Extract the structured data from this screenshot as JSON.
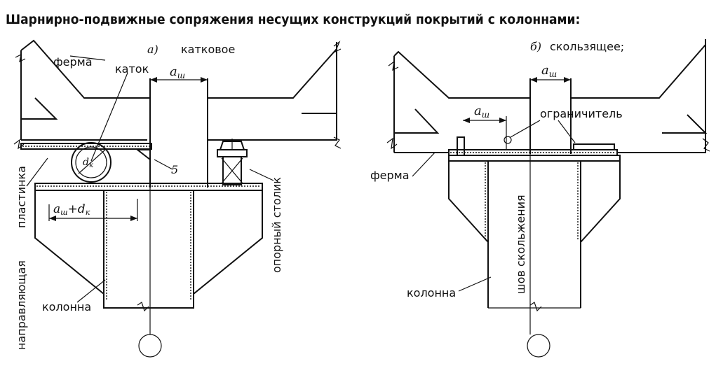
{
  "title": "Шарнирно-подвижные сопряжения несущих конструкций  покрытий  с  колоннами:",
  "left": {
    "letter": "а)",
    "caption": "катковое",
    "labels": {
      "ferma": "ферма",
      "katok": "каток",
      "plastinka": "пластинка",
      "napravlyayushchaya": "направляющая",
      "kolonna": "колонна",
      "opornyi_stolik": "опорный  столик",
      "num5": "5",
      "dk": "d",
      "dk_sub": "к",
      "aw": "a",
      "aw_sub": "ш",
      "aw_dk_main": "a",
      "aw_dk_sub1": "ш",
      "aw_dk_plus": "+d",
      "aw_dk_sub2": "к"
    }
  },
  "right": {
    "letter": "б)",
    "caption": "скользящее;",
    "labels": {
      "ferma": "ферма",
      "kolonna": "колонна",
      "ogranichitel": "ограничитель",
      "shov": "шов  скольжения",
      "aw_top": "a",
      "aw_top_sub": "ш",
      "aw_mid": "a",
      "aw_mid_sub": "ш"
    }
  }
}
